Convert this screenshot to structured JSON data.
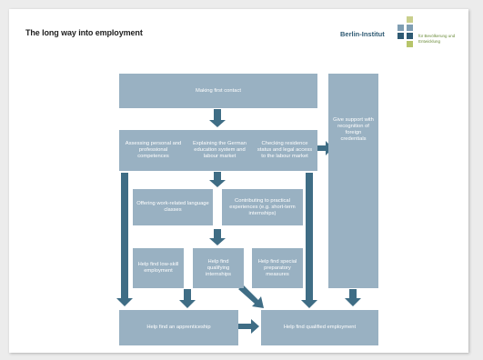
{
  "title": "The long way into employment",
  "logo": {
    "name": "Berlin-Institut",
    "subtitle": "für Bevölkerung und Entwicklung",
    "colors": [
      "#c9cf8c",
      "#7f9eb3",
      "#2f5a73",
      "#b7c56a"
    ]
  },
  "colors": {
    "box_fill": "#99b1c2",
    "arrow": "#3f6d85",
    "box_text": "#ffffff"
  },
  "boxes": {
    "first_contact": "Making first contact",
    "assessing": "Assessing personal and professional competences",
    "explaining": "Explaining the German education system and labour market",
    "checking": "Checking residence status and legal access to the labour market",
    "language": "Offering work-related language classes",
    "practical": "Contributing to practical experiences (e.g. short-term internships)",
    "low_skill": "Help find low-skill employment",
    "qualifying": "Help find qualifying internships",
    "special": "Help find special preparatory measures",
    "credentials": "Give support with recognition of foreign credentials",
    "apprenticeship": "Help find an apprenticeship",
    "qualified": "Help find qualified employment"
  }
}
